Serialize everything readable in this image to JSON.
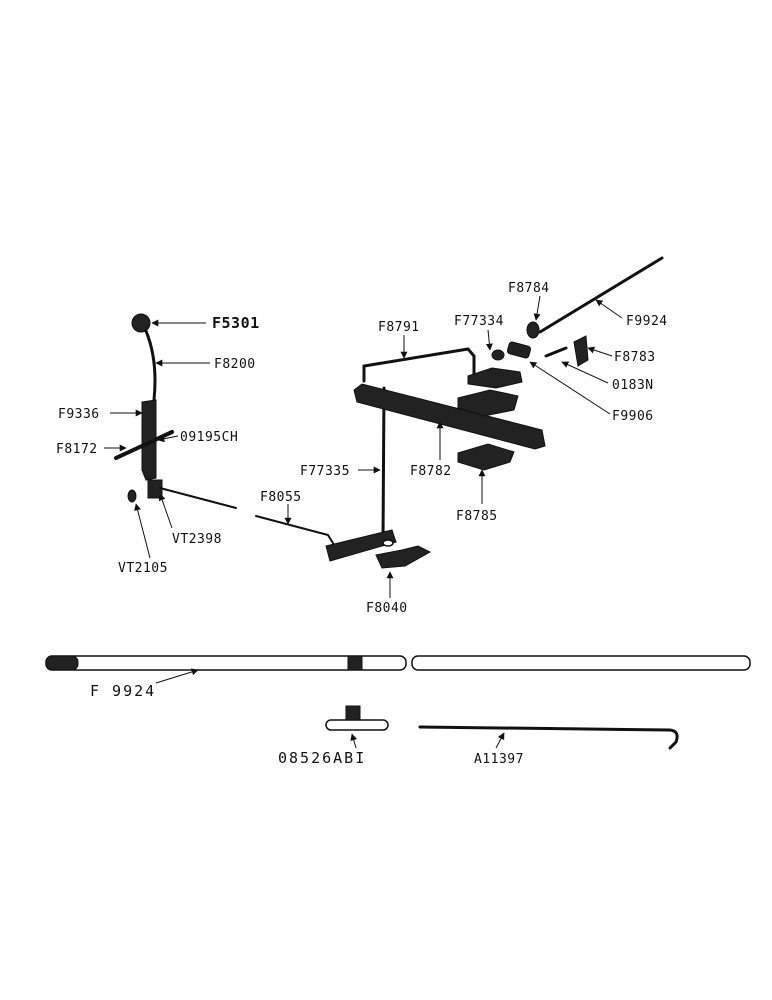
{
  "labels": {
    "F5301": "F5301",
    "F8200": "F8200",
    "F9336": "F9336",
    "F8172": "F8172",
    "09195CH": "09195CH",
    "VT2398": "VT2398",
    "VT2105": "VT2105",
    "F8055": "F8055",
    "F77335": "F77335",
    "F8040": "F8040",
    "F8791": "F8791",
    "F77334": "F77334",
    "F8784": "F8784",
    "F9924_top": "F9924",
    "F8783": "F8783",
    "0183N": "0183N",
    "F9906": "F9906",
    "F8782": "F8782",
    "F8785": "F8785",
    "F9924_bottom": "F 9924",
    "08526ABI": "08526ABI",
    "A11397": "A11397"
  }
}
